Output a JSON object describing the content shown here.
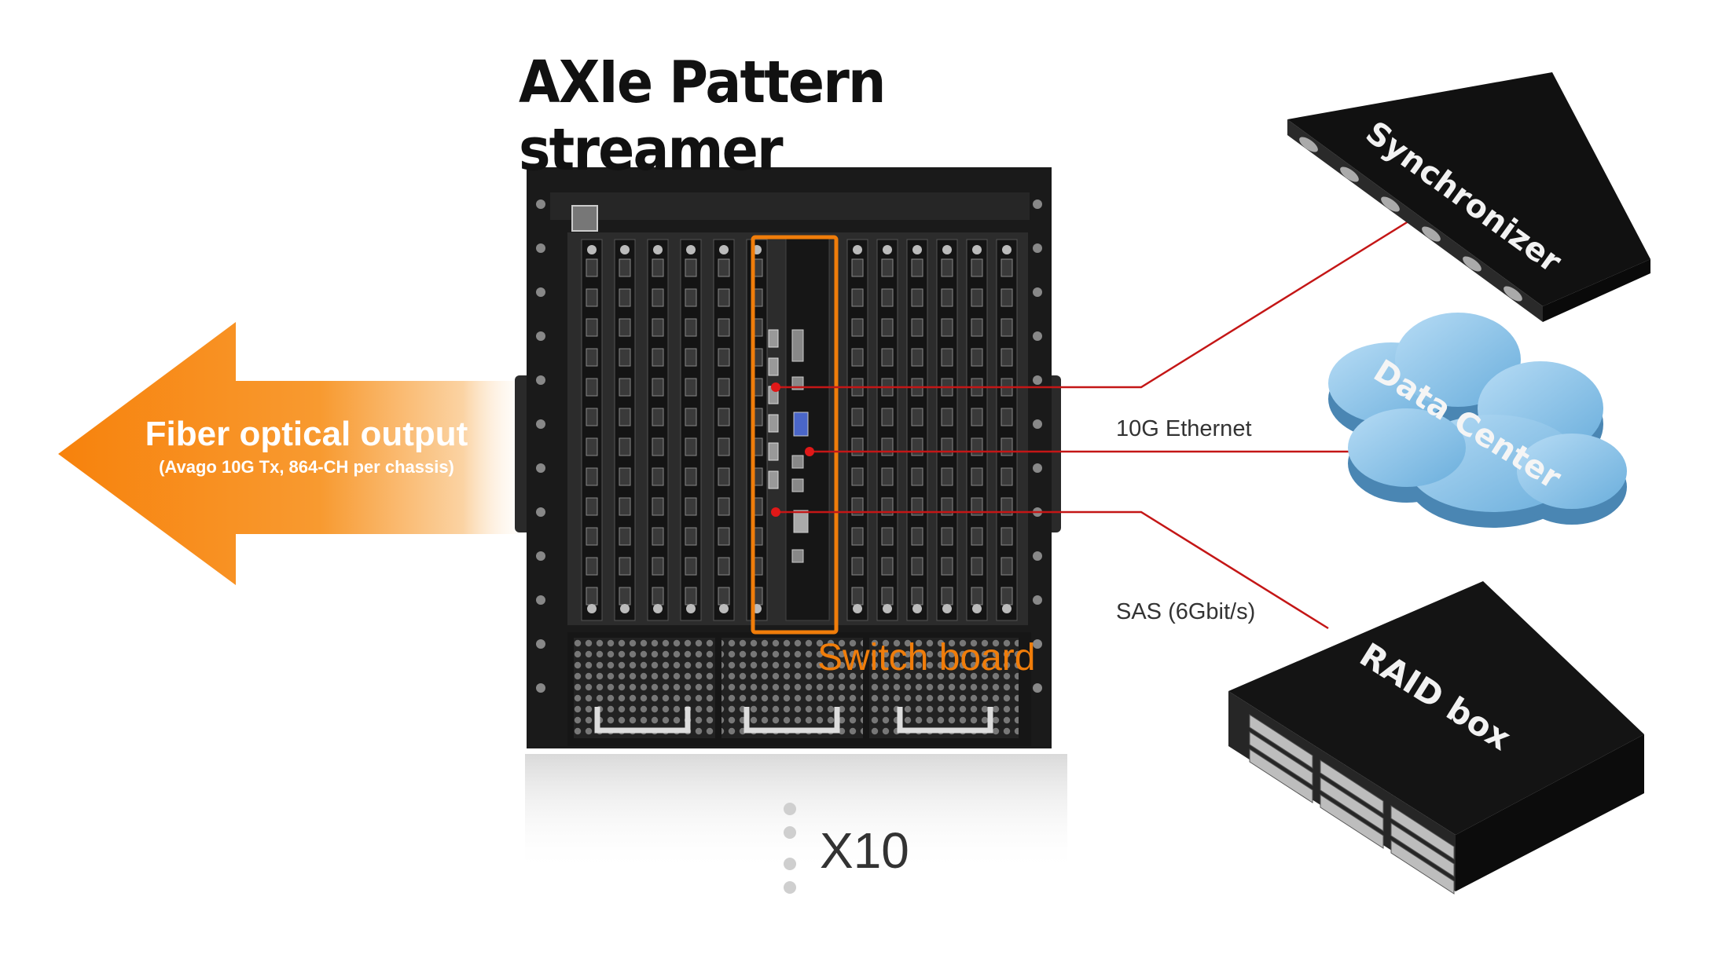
{
  "title": "AXIe Pattern streamer",
  "output": {
    "main": "Fiber optical output",
    "sub": "(Avago 10G Tx, 864-CH per chassis)"
  },
  "switch_board_label": "Switch board",
  "links": {
    "ethernet": "10G Ethernet",
    "sas": "SAS (6Gbit/s)"
  },
  "devices": {
    "synchronizer": "Synchronizer",
    "data_center": "Data Center",
    "raid_box": "RAID box"
  },
  "multiplier": "X10",
  "colors": {
    "arrow": "#f7870f",
    "highlight": "#f07d0a",
    "link_line": "#c41616",
    "cloud": "#8cc4ea",
    "chassis": "#1a1a1a"
  }
}
